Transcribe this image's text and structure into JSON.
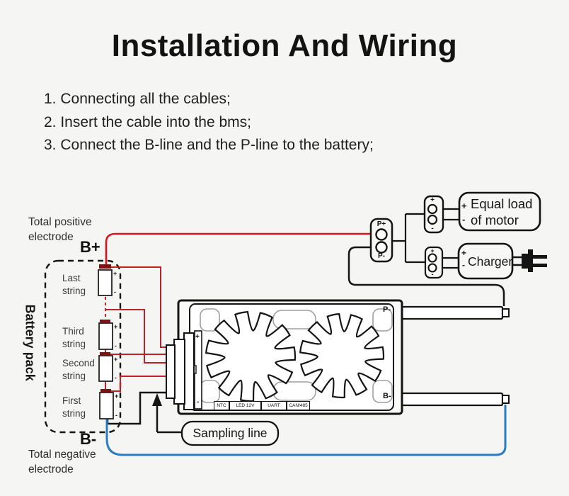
{
  "header": {
    "title": "Installation And Wiring"
  },
  "steps": [
    "1. Connecting all the cables;",
    "2. Insert the cable into the bms;",
    "3. Connect the B-line and the P-line to the battery;"
  ],
  "battery": {
    "total_positive": "Total positive\nelectrode",
    "b_plus": "B+",
    "pack": "Battery pack",
    "strings": [
      "Last\nstring",
      "Third\nstring",
      "Second\nstring",
      "First\nstring"
    ],
    "b_minus": "B-",
    "total_negative": "Total negative\nelectrode",
    "plus": "+",
    "minus": "-"
  },
  "bms": {
    "p_minus": "P-",
    "b_minus": "B-",
    "plus": "+",
    "minus": "-",
    "ports": [
      "NTC",
      "LED 12V",
      "UART",
      "CAN/485"
    ]
  },
  "sampling": {
    "label": "Sampling line"
  },
  "pconn": {
    "p_plus": "P+",
    "p_minus": "P-"
  },
  "motor": {
    "plus": "+",
    "minus": "-",
    "box_plus": "+",
    "box_minus": "-",
    "label": "Equal load\nof motor"
  },
  "charger": {
    "plus": "+",
    "minus": "-",
    "box_plus": "+",
    "box_minus": "-",
    "label": "Charger"
  },
  "colors": {
    "red": "#d8151c",
    "sense_red": "#bf2127",
    "dark_red": "#7f1114",
    "blue": "#2b7cc0",
    "black": "#141414"
  }
}
